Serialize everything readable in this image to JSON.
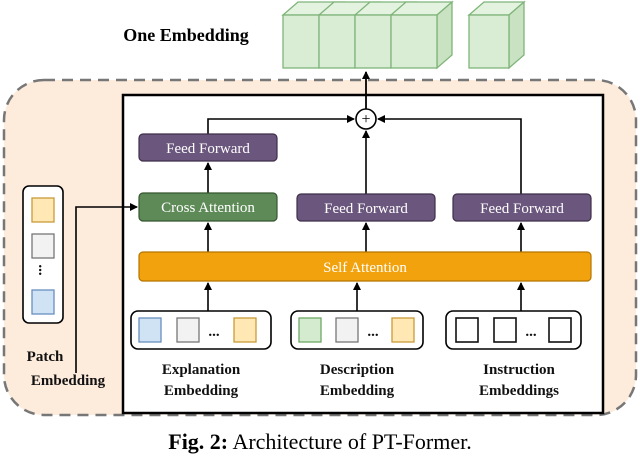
{
  "top_label": "One Embedding",
  "patch_label": {
    "line1": "Patch",
    "line2": "Embedding"
  },
  "blocks": {
    "feed_forward_top": "Feed Forward",
    "cross_attention": "Cross Attention",
    "feed_forward_mid": "Feed Forward",
    "feed_forward_right": "Feed Forward",
    "self_attention": "Self Attention"
  },
  "sum_symbol": "+",
  "ellipsis": "...",
  "inputs": [
    {
      "line1": "Explanation",
      "line2": "Embedding"
    },
    {
      "line1": "Description",
      "line2": "Embedding"
    },
    {
      "line1": "Instruction",
      "line2": "Embeddings"
    }
  ],
  "caption": {
    "prefix": "Fig. 2:",
    "text": "Architecture of PT-Former."
  },
  "colors": {
    "outer_fill": "#fdebdc",
    "feed_forward_fill": "#6b567d",
    "cross_attention_fill": "#5d8a57",
    "self_attention_fill": "#f2a20c",
    "embed_green_fill": "#d9ecd4",
    "embed_green_stroke": "#7fb47a",
    "token_blue": "#cfe3f5",
    "token_yellow": "#ffe8b3",
    "token_gray": "#f2f2f2",
    "token_green": "#d4ebcf"
  }
}
